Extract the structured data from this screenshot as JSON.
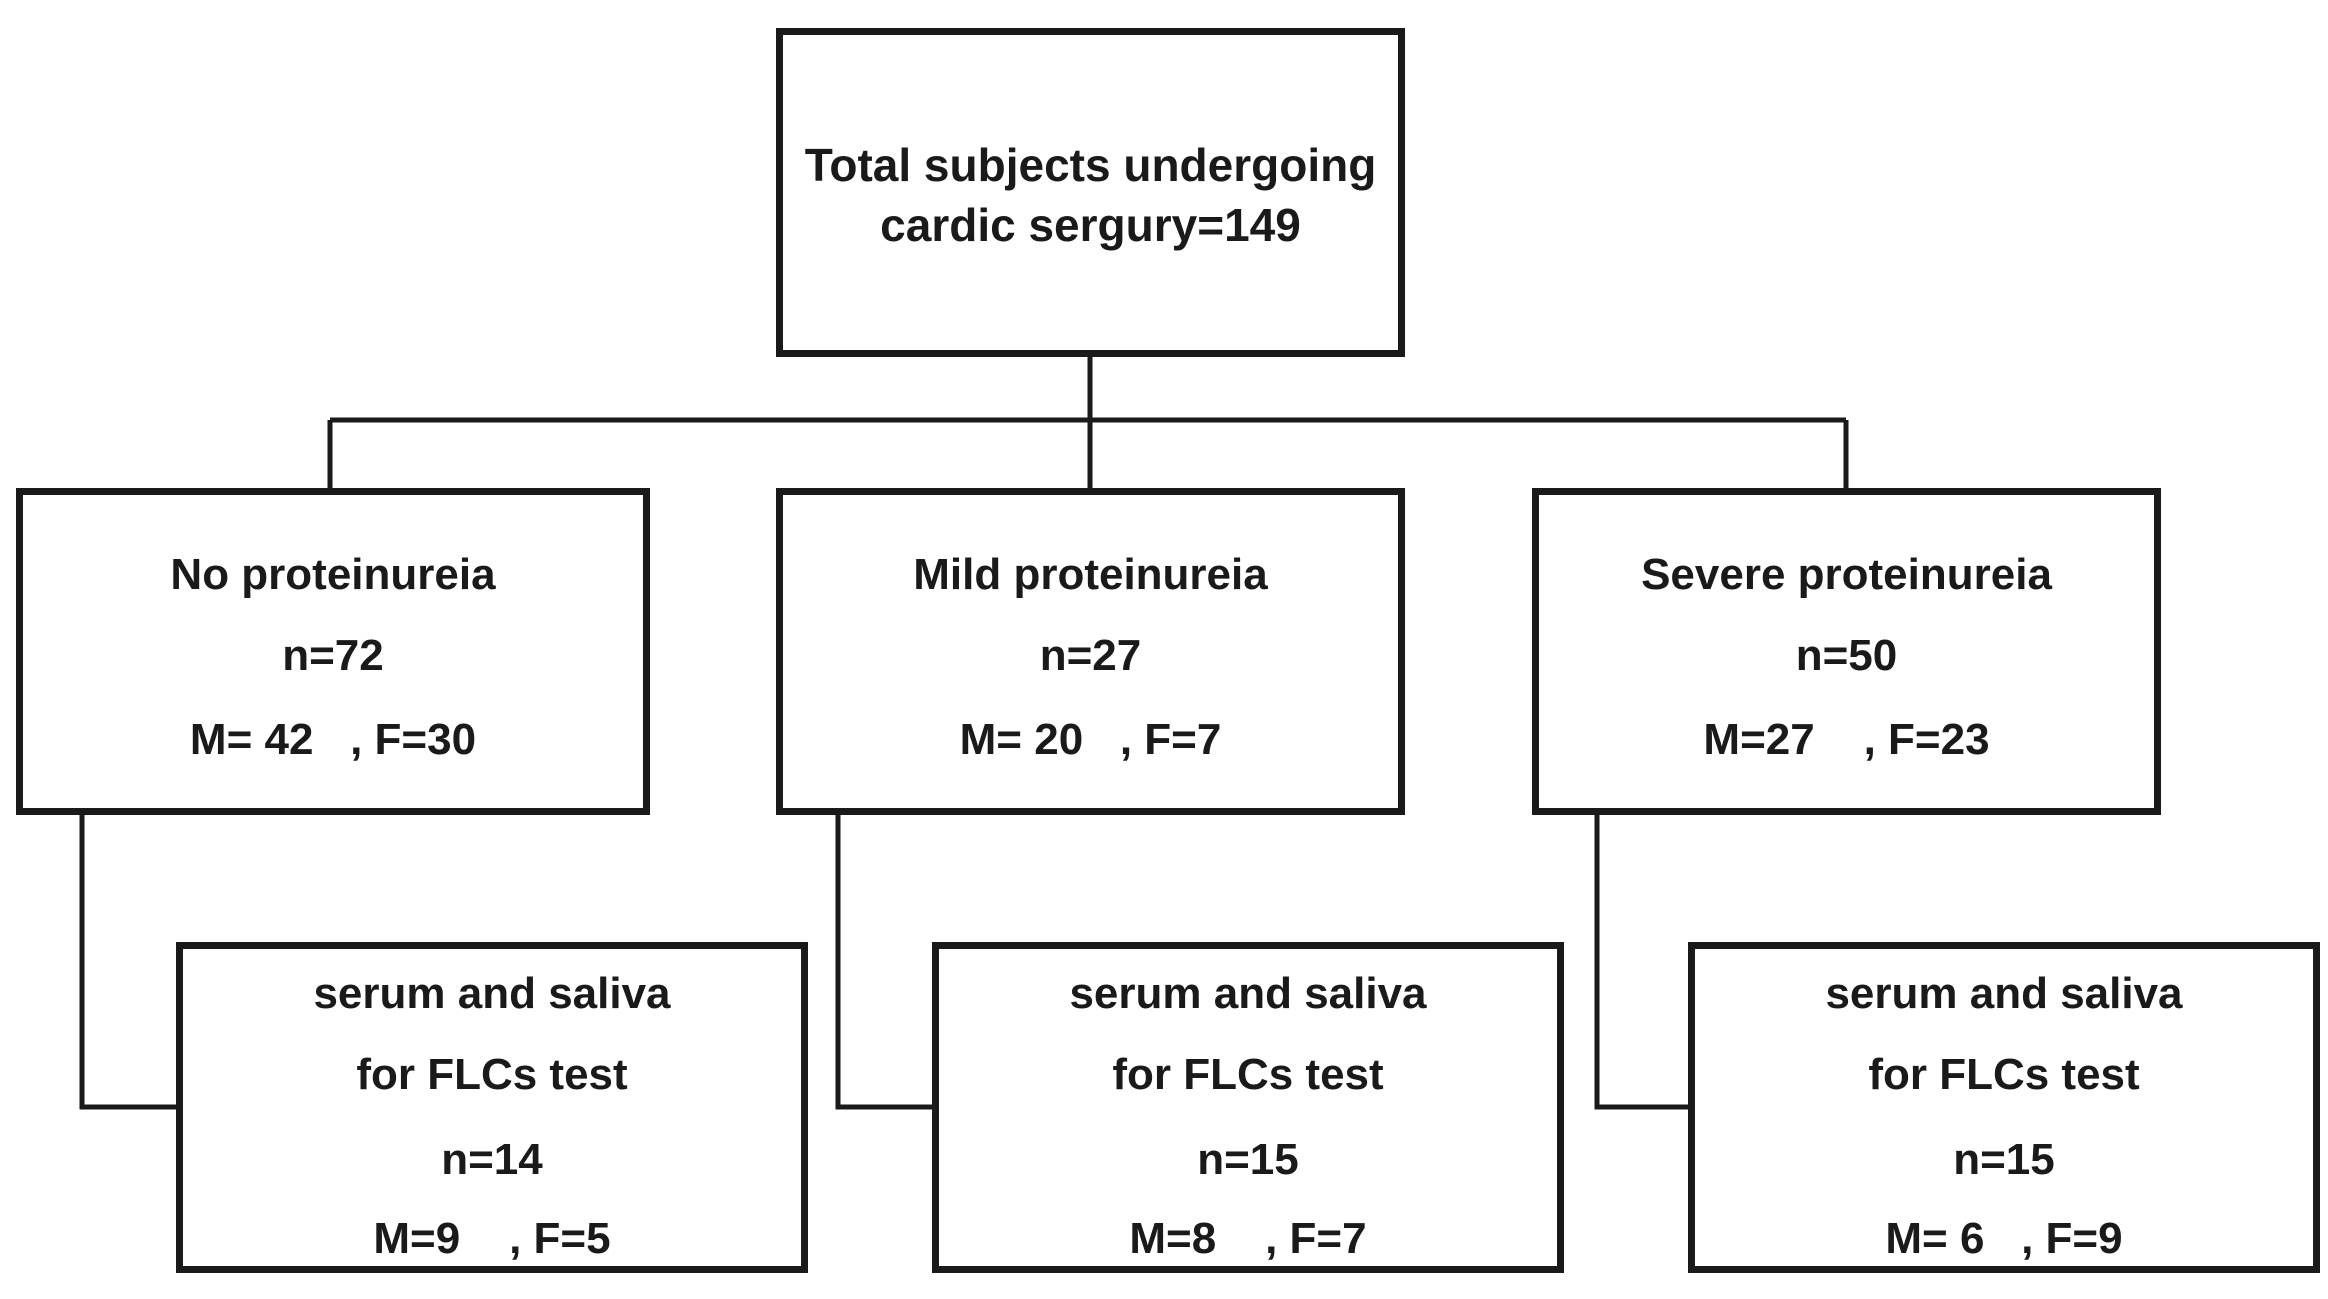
{
  "root": {
    "lines": [
      "Total subjects undergoing",
      "cardic sergury=149"
    ]
  },
  "groups": [
    {
      "title": "No proteinureia",
      "n": "n=72",
      "sex": "M= 42   , F=30",
      "sub": {
        "line1": "serum and saliva",
        "line2": "for FLCs test",
        "n": "n=14",
        "sex": "M=9    , F=5"
      }
    },
    {
      "title": "Mild proteinureia",
      "n": "n=27",
      "sex": "M= 20   , F=7",
      "sub": {
        "line1": "serum and saliva",
        "line2": "for FLCs test",
        "n": "n=15",
        "sex": "M=8    , F=7"
      }
    },
    {
      "title": "Severe proteinureia",
      "n": "n=50",
      "sex": "M=27    , F=23",
      "sub": {
        "line1": "serum and saliva",
        "line2": "for FLCs test",
        "n": "n=15",
        "sex": "M= 6   , F=9"
      }
    }
  ]
}
